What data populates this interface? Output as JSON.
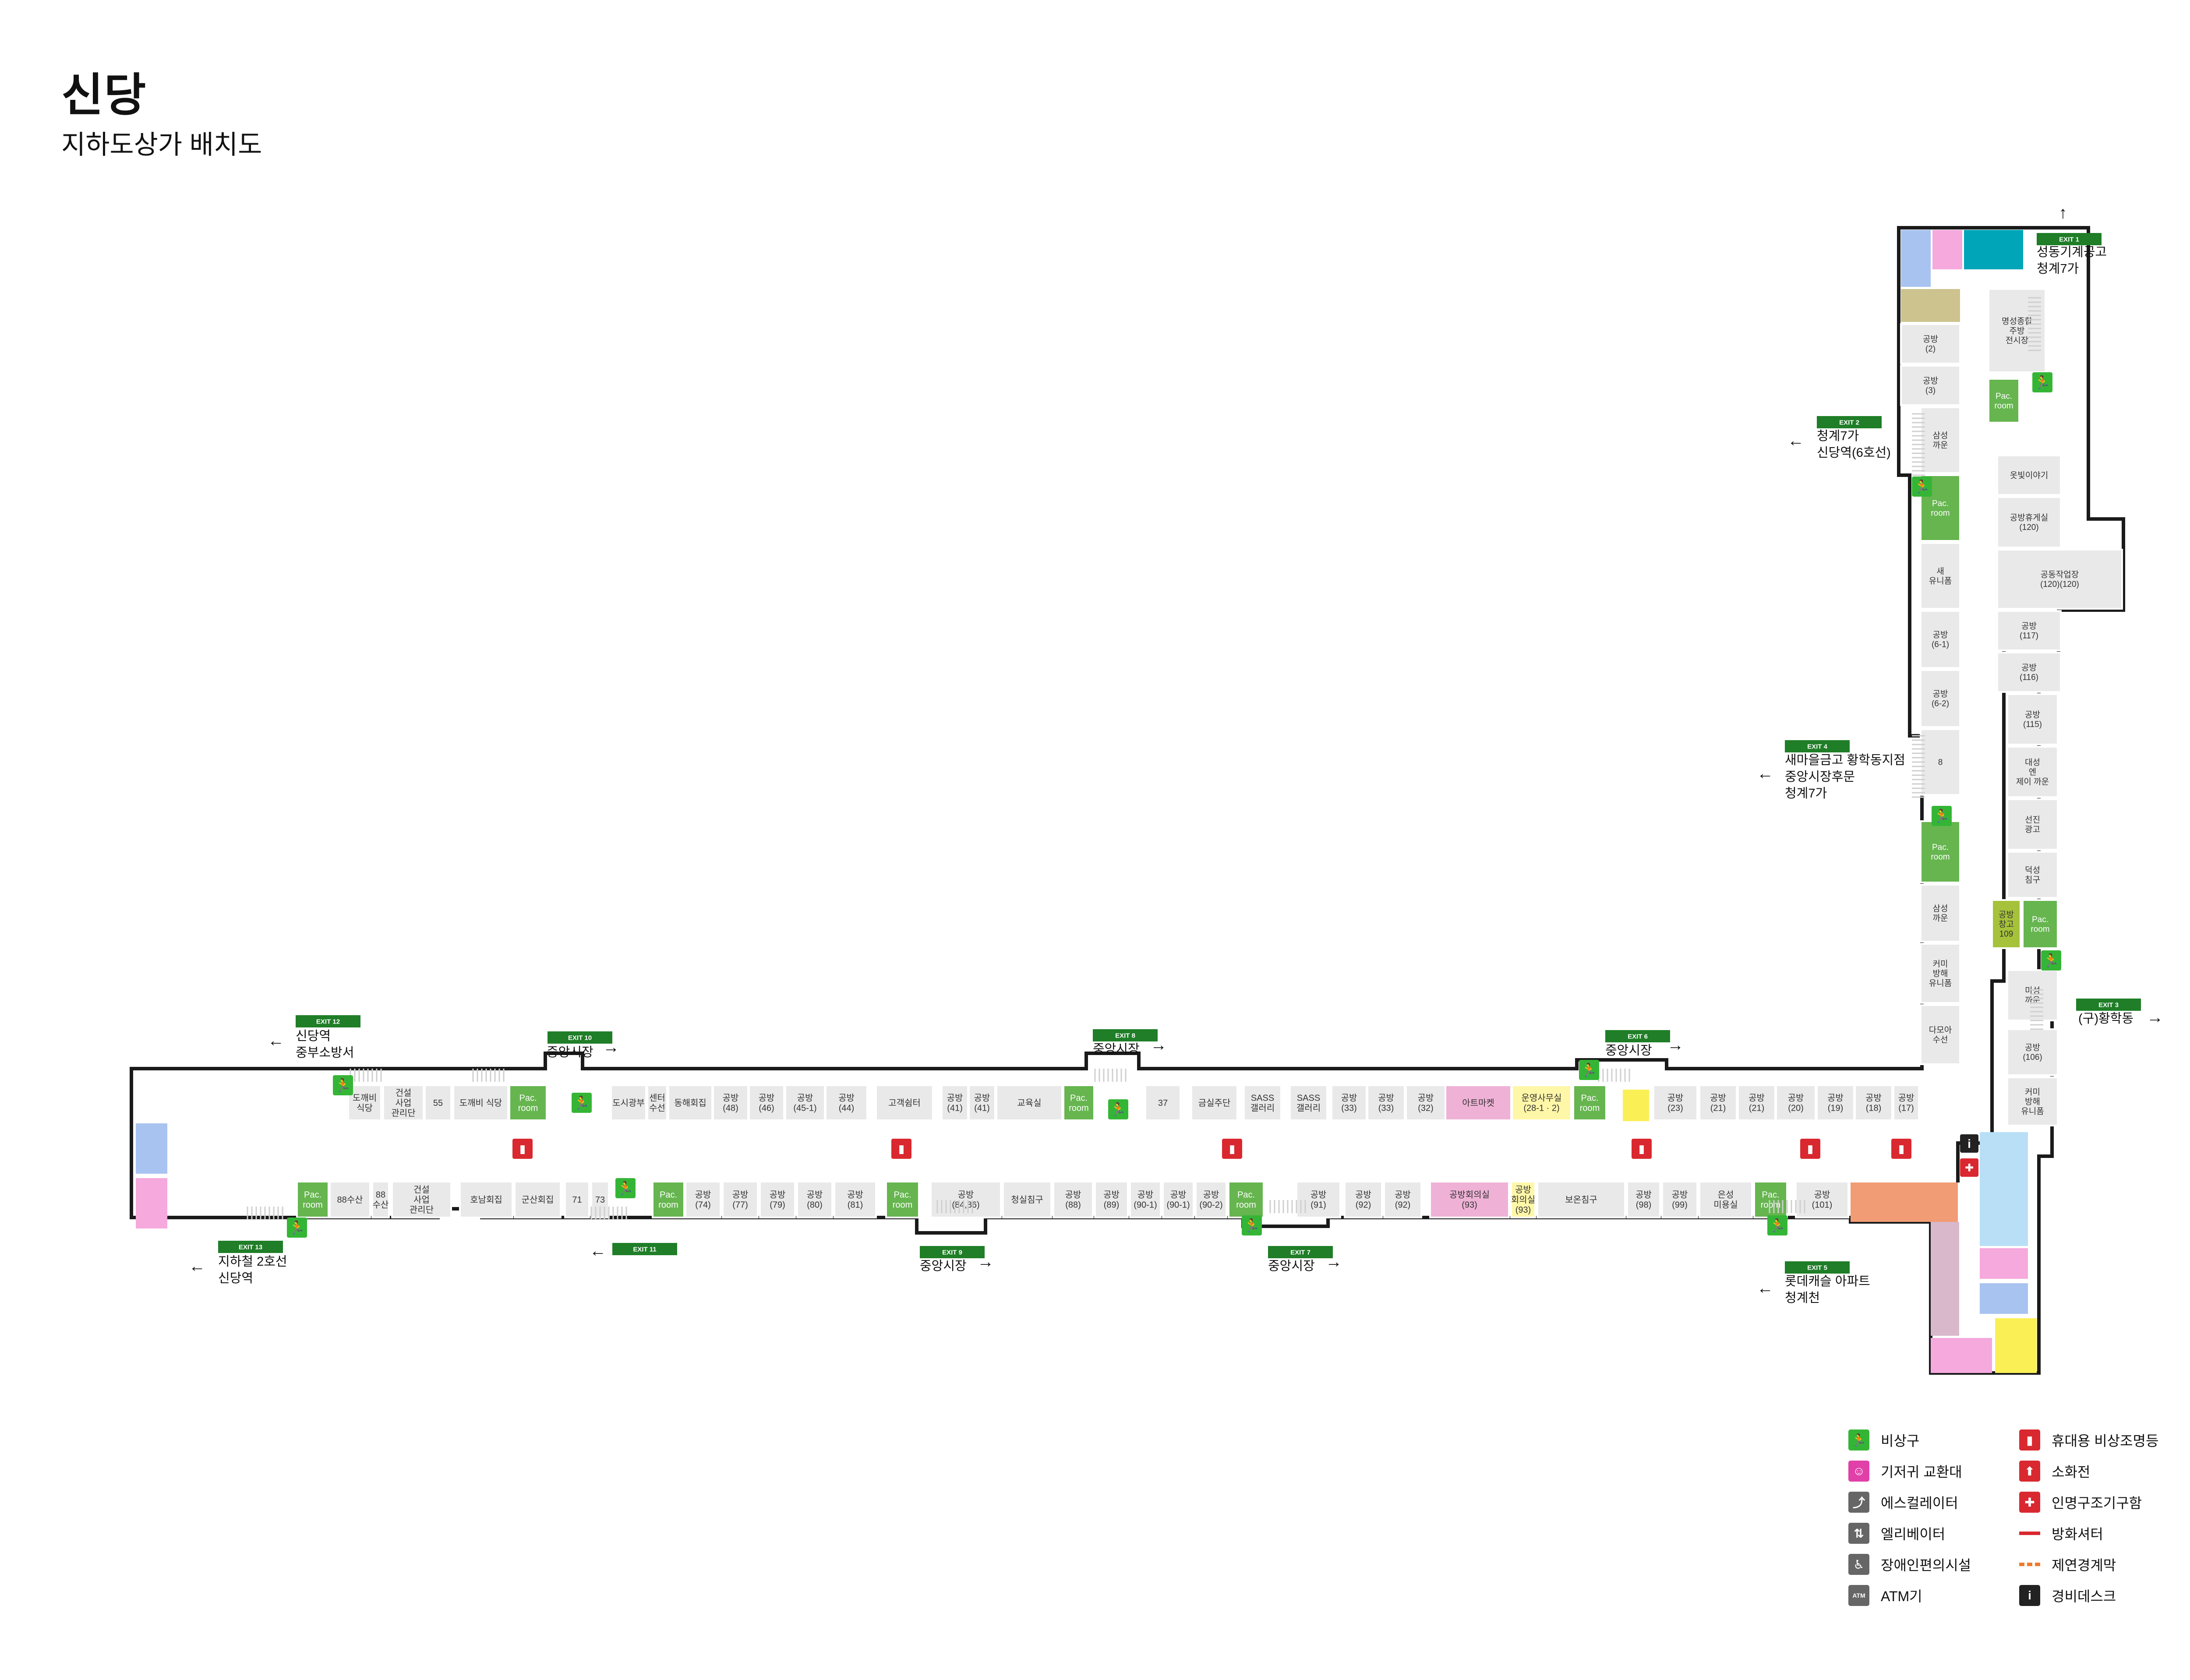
{
  "header": {
    "title": "신당",
    "subtitle": "지하도상가 배치도"
  },
  "colors": {
    "exit_green": "#1f7e27",
    "emergency_green": "#35b536",
    "pac_room": "#66b54f",
    "shop": "#e9e9e9",
    "toilet_male": "#a8c3f0",
    "toilet_female": "#f5a9dd",
    "fire_red": "#d9282f",
    "teal": "#00a5b8",
    "khaki": "#cdc38e",
    "olive": "#a5c23a",
    "yellow": "#fbef56",
    "pale_yellow": "#fff7a8",
    "pink_room": "#efb2d6",
    "salmon": "#f19c75",
    "light_blue": "#b8dff6",
    "mauve": "#d9b8cc",
    "wall": "#1a1a1a"
  },
  "exits": [
    {
      "id": "e1",
      "badge": "EXIT 1",
      "dest": [
        "성동기계공고",
        "청계7가"
      ],
      "arrow": "↑"
    },
    {
      "id": "e2",
      "badge": "EXIT 2",
      "dest": [
        "청계7가",
        "신당역(6호선)"
      ],
      "arrow": "←"
    },
    {
      "id": "e3",
      "badge": "EXIT 3",
      "dest": [
        "(구)황학동"
      ],
      "arrow": "→"
    },
    {
      "id": "e4",
      "badge": "EXIT 4",
      "dest": [
        "새마을금고 황학동지점",
        "중앙시장후문",
        "청계7가"
      ],
      "arrow": "←"
    },
    {
      "id": "e5",
      "badge": "EXIT 5",
      "dest": [
        "롯데캐슬 아파트",
        "청계천"
      ],
      "arrow": "←"
    },
    {
      "id": "e6",
      "badge": "EXIT 6",
      "dest": [
        "중앙시장"
      ],
      "arrow": "→"
    },
    {
      "id": "e7",
      "badge": "EXIT 7",
      "dest": [
        "중앙시장"
      ],
      "arrow": "→"
    },
    {
      "id": "e8",
      "badge": "EXIT 8",
      "dest": [
        "중앙시장"
      ],
      "arrow": "→"
    },
    {
      "id": "e9",
      "badge": "EXIT 9",
      "dest": [
        "중앙시장"
      ],
      "arrow": "→"
    },
    {
      "id": "e10",
      "badge": "EXIT 10",
      "dest": [
        "중앙시장"
      ],
      "arrow": "→"
    },
    {
      "id": "e11",
      "badge": "EXIT 11",
      "dest": [],
      "arrow": "←"
    },
    {
      "id": "e12",
      "badge": "EXIT 12",
      "dest": [
        "신당역",
        "중부소방서"
      ],
      "arrow": "←"
    },
    {
      "id": "e13",
      "badge": "EXIT 13",
      "dest": [
        "지하철 2호선",
        "신당역"
      ],
      "arrow": "←"
    }
  ],
  "rooms": {
    "top_row": [
      {
        "label": "도깨비\n식당",
        "kind": "shop"
      },
      {
        "label": "건설\n사업\n관리단",
        "kind": "shop"
      },
      {
        "label": "55",
        "kind": "shop"
      },
      {
        "label": "도깨비 식당",
        "kind": "shop"
      },
      {
        "label": "Pac.\nroom",
        "kind": "pac"
      },
      {
        "label": "도시광부",
        "kind": "shop"
      },
      {
        "label": "센터\n수선",
        "kind": "shop"
      },
      {
        "label": "동해회집",
        "kind": "shop"
      },
      {
        "label": "공방\n(48)",
        "kind": "shop"
      },
      {
        "label": "공방\n(46)",
        "kind": "shop"
      },
      {
        "label": "공방\n(45-1)",
        "kind": "shop"
      },
      {
        "label": "공방\n(44)",
        "kind": "shop"
      },
      {
        "label": "고객쉼터",
        "kind": "shop"
      },
      {
        "label": "공방\n(41)",
        "kind": "shop"
      },
      {
        "label": "공방\n(41)",
        "kind": "shop"
      },
      {
        "label": "교육실",
        "kind": "shop"
      },
      {
        "label": "Pac.\nroom",
        "kind": "pac"
      },
      {
        "label": "37",
        "kind": "shop"
      },
      {
        "label": "금실주단",
        "kind": "shop"
      },
      {
        "label": "SASS\n갤러리",
        "kind": "shop"
      },
      {
        "label": "SASS\n갤러리",
        "kind": "shop"
      },
      {
        "label": "공방\n(33)",
        "kind": "shop"
      },
      {
        "label": "공방\n(33)",
        "kind": "shop"
      },
      {
        "label": "공방\n(32)",
        "kind": "shop"
      },
      {
        "label": "아트마켓",
        "kind": "pink"
      },
      {
        "label": "운영사무실\n(28-1 · 2)",
        "kind": "paleyellow"
      },
      {
        "label": "Pac.\nroom",
        "kind": "pac"
      },
      {
        "label": "공방\n(23)",
        "kind": "shop"
      },
      {
        "label": "공방\n(21)",
        "kind": "shop"
      },
      {
        "label": "공방\n(21)",
        "kind": "shop"
      },
      {
        "label": "공방\n(20)",
        "kind": "shop"
      },
      {
        "label": "공방\n(19)",
        "kind": "shop"
      },
      {
        "label": "공방\n(18)",
        "kind": "shop"
      },
      {
        "label": "공방\n(17)",
        "kind": "shop"
      }
    ],
    "bottom_row": [
      {
        "label": "Pac.\nroom",
        "kind": "pac"
      },
      {
        "label": "88수산",
        "kind": "shop"
      },
      {
        "label": "88\n수산",
        "kind": "shop"
      },
      {
        "label": "건설\n사업\n관리단",
        "kind": "shop"
      },
      {
        "label": "호남회집",
        "kind": "shop"
      },
      {
        "label": "군산회집",
        "kind": "shop"
      },
      {
        "label": "71",
        "kind": "shop"
      },
      {
        "label": "73",
        "kind": "shop"
      },
      {
        "label": "Pac.\nroom",
        "kind": "pac"
      },
      {
        "label": "공방\n(74)",
        "kind": "shop"
      },
      {
        "label": "공방\n(77)",
        "kind": "shop"
      },
      {
        "label": "공방\n(79)",
        "kind": "shop"
      },
      {
        "label": "공방\n(80)",
        "kind": "shop"
      },
      {
        "label": "공방\n(81)",
        "kind": "shop"
      },
      {
        "label": "Pac.\nroom",
        "kind": "pac"
      },
      {
        "label": "공방\n(84,86)",
        "kind": "shop"
      },
      {
        "label": "청실침구",
        "kind": "shop"
      },
      {
        "label": "공방\n(88)",
        "kind": "shop"
      },
      {
        "label": "공방\n(89)",
        "kind": "shop"
      },
      {
        "label": "공방\n(90-1)",
        "kind": "shop"
      },
      {
        "label": "공방\n(90-1)",
        "kind": "shop"
      },
      {
        "label": "공방\n(90-2)",
        "kind": "shop"
      },
      {
        "label": "Pac.\nroom",
        "kind": "pac"
      },
      {
        "label": "공방\n(91)",
        "kind": "shop"
      },
      {
        "label": "공방\n(92)",
        "kind": "shop"
      },
      {
        "label": "공방\n(92)",
        "kind": "shop"
      },
      {
        "label": "공방회의실\n(93)",
        "kind": "pink"
      },
      {
        "label": "공방\n회의실\n(93)",
        "kind": "paleyellow"
      },
      {
        "label": "보온침구",
        "kind": "shop"
      },
      {
        "label": "공방\n(98)",
        "kind": "shop"
      },
      {
        "label": "공방\n(99)",
        "kind": "shop"
      },
      {
        "label": "은성\n미용실",
        "kind": "shop"
      },
      {
        "label": "Pac.\nroom",
        "kind": "pac"
      },
      {
        "label": "공방\n(101)",
        "kind": "shop"
      }
    ],
    "left_col": [
      {
        "label": "공방\n(2)",
        "kind": "shop"
      },
      {
        "label": "공방\n(3)",
        "kind": "shop"
      },
      {
        "label": "삼성\n까운",
        "kind": "shop"
      },
      {
        "label": "Pac.\nroom",
        "kind": "pac"
      },
      {
        "label": "새\n유니폼",
        "kind": "shop"
      },
      {
        "label": "공방\n(6-1)",
        "kind": "shop"
      },
      {
        "label": "공방\n(6-2)",
        "kind": "shop"
      },
      {
        "label": "8",
        "kind": "shop"
      },
      {
        "label": "Pac.\nroom",
        "kind": "pac"
      },
      {
        "label": "삼성\n까운",
        "kind": "shop"
      },
      {
        "label": "커미\n방해\n유니폼",
        "kind": "shop"
      },
      {
        "label": "다모아\n수선",
        "kind": "shop"
      }
    ],
    "right_col": [
      {
        "label": "명성종합\n주방\n전시장",
        "kind": "shop"
      },
      {
        "label": "Pac.\nroom",
        "kind": "pac"
      },
      {
        "label": "옷빛이야기",
        "kind": "shop"
      },
      {
        "label": "공방휴게실\n(120)",
        "kind": "shop"
      },
      {
        "label": "공동작업장\n(120)(120)",
        "kind": "shop"
      },
      {
        "label": "공방\n(117)",
        "kind": "shop"
      },
      {
        "label": "공방\n(116)",
        "kind": "shop"
      },
      {
        "label": "공방\n(115)",
        "kind": "shop"
      },
      {
        "label": "대성\n엔\n제이 까운",
        "kind": "shop"
      },
      {
        "label": "선진\n광고",
        "kind": "shop"
      },
      {
        "label": "덕성\n침구",
        "kind": "shop"
      },
      {
        "label": "공방\n창고\n109",
        "kind": "olive"
      },
      {
        "label": "Pac.\nroom",
        "kind": "pac"
      },
      {
        "label": "미성\n까운",
        "kind": "shop"
      },
      {
        "label": "공방\n(106)",
        "kind": "shop"
      },
      {
        "label": "커미\n방해\n유니폼",
        "kind": "shop"
      }
    ]
  },
  "legend": [
    {
      "label": "비상구",
      "icon": "running-person-icon",
      "color": "#35b536"
    },
    {
      "label": "휴대용 비상조명등",
      "icon": "flashlight-icon",
      "color": "#d9282f"
    },
    {
      "label": "기저귀 교환대",
      "icon": "baby-icon",
      "color": "#e040a8"
    },
    {
      "label": "소화전",
      "icon": "hydrant-icon",
      "color": "#d9282f"
    },
    {
      "label": "에스컬레이터",
      "icon": "escalator-icon",
      "color": "#666666"
    },
    {
      "label": "인명구조기구함",
      "icon": "rescue-icon",
      "color": "#d9282f"
    },
    {
      "label": "엘리베이터",
      "icon": "elevator-icon",
      "color": "#666666"
    },
    {
      "label": "방화셔터",
      "icon": "fire-shutter-line",
      "color": "#d9282f"
    },
    {
      "label": "장애인편의시설",
      "icon": "wheelchair-icon",
      "color": "#666666"
    },
    {
      "label": "제연경계막",
      "icon": "smoke-barrier-dashed",
      "color": "#f07b2b"
    },
    {
      "label": "ATM기",
      "icon": "atm-icon",
      "color": "#666666"
    },
    {
      "label": "경비데스크",
      "icon": "info-icon",
      "color": "#222222"
    }
  ]
}
